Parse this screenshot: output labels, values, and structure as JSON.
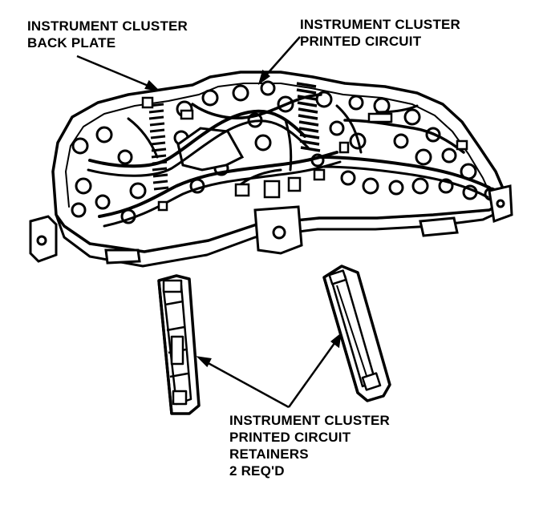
{
  "labels": {
    "back_plate": [
      "INSTRUMENT CLUSTER",
      "BACK PLATE"
    ],
    "printed_circuit": [
      "INSTRUMENT CLUSTER",
      "PRINTED CIRCUIT"
    ],
    "retainers": [
      "INSTRUMENT CLUSTER",
      "PRINTED CIRCUIT",
      "RETAINERS",
      "2 REQ'D"
    ]
  },
  "colors": {
    "ink": "#000000",
    "paper": "#ffffff"
  }
}
